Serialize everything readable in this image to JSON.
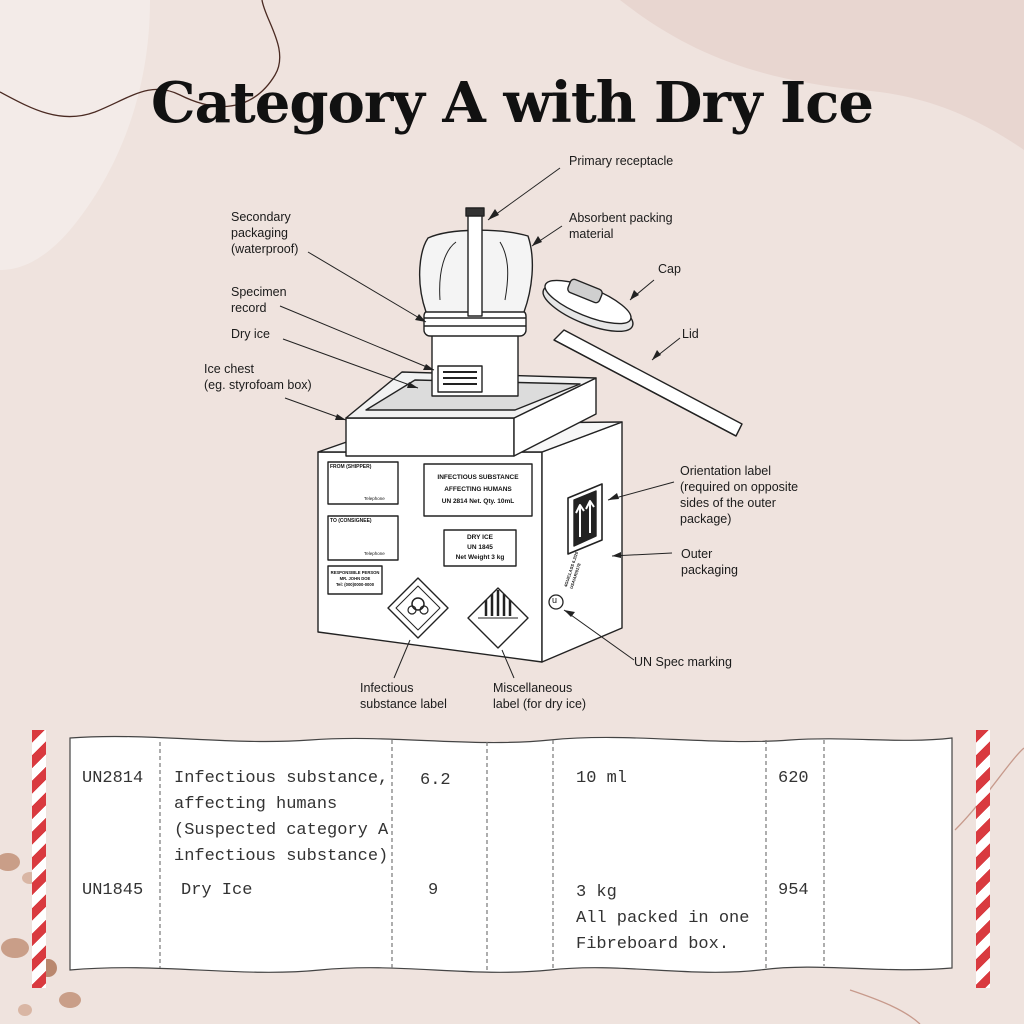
{
  "title": "Category A with Dry Ice",
  "callouts": {
    "primary_receptacle": "Primary receptacle",
    "absorbent": "Absorbent packing\nmaterial",
    "cap": "Cap",
    "lid": "Lid",
    "secondary": "Secondary\npackaging\n(waterproof)",
    "specimen": "Specimen\nrecord",
    "dry_ice": "Dry ice",
    "ice_chest": "Ice chest\n(eg. styrofoam box)",
    "orientation": "Orientation label\n(required on opposite\nsides of the outer\npackage)",
    "outer": "Outer\npackaging",
    "un_spec": "UN Spec marking",
    "infectious_label": "Infectious\nsubstance label",
    "misc_label": "Miscellaneous\nlabel (for dry ice)"
  },
  "box_labels": {
    "from": "FROM (SHIPPER)",
    "to": "TO (CONSIGNEE)",
    "infectious": "INFECTIOUS SUBSTANCE\nAFFECTING HUMANS\nUN 2814  Net. Qty. 10mL",
    "dry_ice": "DRY ICE\nUN 1845\nNet Weight 3 kg",
    "responsible": "RESPONSIBLE PERSON\nMR. JOHN DOE\nTel: (000)0000-0000",
    "telephone": "Telephone",
    "un_mark": "4GU/CLASS 6.2/20\nUSA/AR/9178",
    "un_symbol": "u"
  },
  "form_rows": [
    {
      "un": "UN2814",
      "description": "Infectious substance,\naffecting humans\n(Suspected category A\ninfectious substance)",
      "class": "6.2",
      "quantity": "10 ml",
      "instruction": "620"
    },
    {
      "un": "UN1845",
      "description": "Dry Ice",
      "class": "9",
      "quantity": "3 kg\nAll packed in one\nFibreboard box.",
      "instruction": "954"
    }
  ]
}
